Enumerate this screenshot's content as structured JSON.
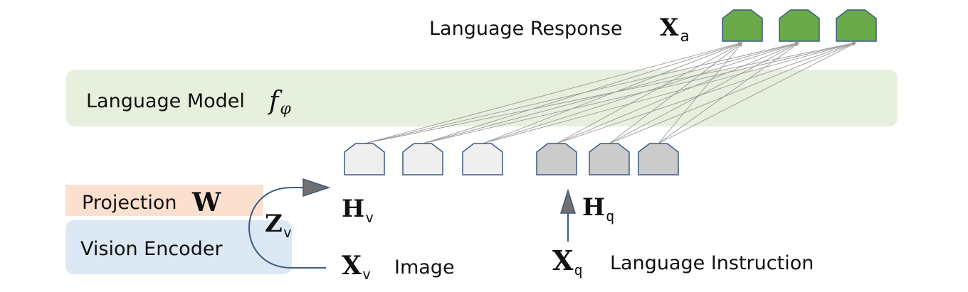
{
  "language_response": {
    "label": "Language Response",
    "sym": "X",
    "sub": "a"
  },
  "language_model": {
    "label": "Language Model",
    "sym": "f",
    "sub": "φ"
  },
  "projection": {
    "label": "Projection",
    "sym": "W"
  },
  "vision_encoder": {
    "label": "Vision Encoder"
  },
  "z_v": {
    "sym": "Z",
    "sub": "v"
  },
  "h_v": {
    "sym": "H",
    "sub": "v"
  },
  "h_q": {
    "sym": "H",
    "sub": "q"
  },
  "x_v": {
    "sym": "X",
    "sub": "v",
    "label": "Image"
  },
  "x_q": {
    "sym": "X",
    "sub": "q",
    "label": "Language Instruction"
  },
  "colors": {
    "language_model_box": "#e6f0dc",
    "projection_box": "#fbe0d0",
    "vision_encoder_box": "#dce8f4",
    "response_token": "#6aaa48",
    "image_token": "#efefef",
    "instruction_token": "#cbcbcb",
    "token_stroke": "#3e5a85",
    "connector": "#9a9a9a",
    "arrow": "#707070"
  }
}
